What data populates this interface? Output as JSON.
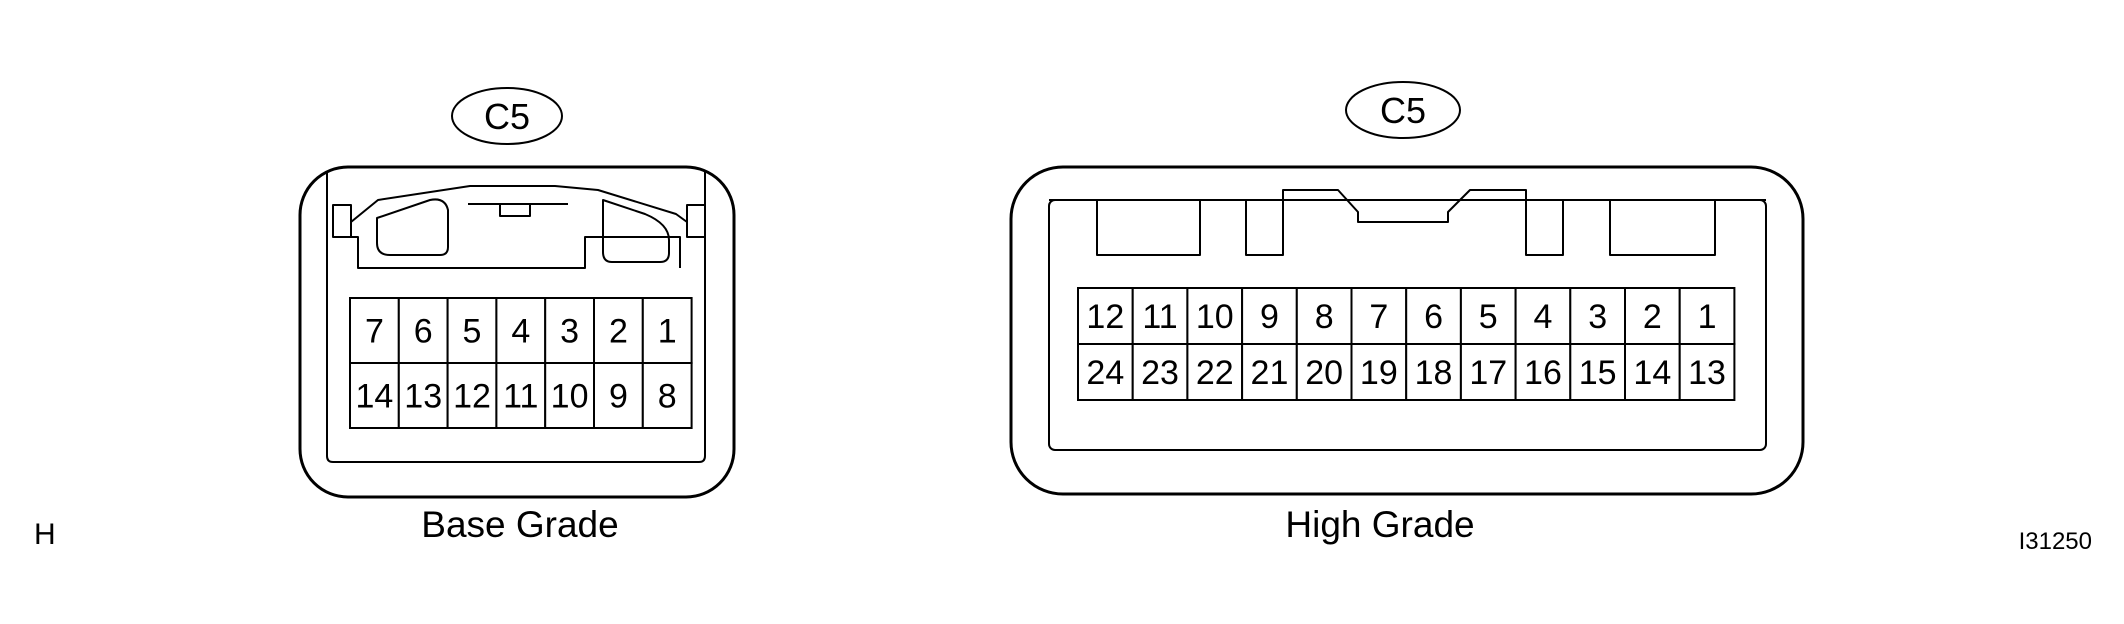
{
  "corner_left": "H",
  "corner_right": "I31250",
  "connectors": [
    {
      "id": "base",
      "tag": "C5",
      "caption": "Base Grade",
      "rows": [
        [
          "7",
          "6",
          "5",
          "4",
          "3",
          "2",
          "1"
        ],
        [
          "14",
          "13",
          "12",
          "11",
          "10",
          "9",
          "8"
        ]
      ]
    },
    {
      "id": "high",
      "tag": "C5",
      "caption": "High Grade",
      "rows": [
        [
          "12",
          "11",
          "10",
          "9",
          "8",
          "7",
          "6",
          "5",
          "4",
          "3",
          "2",
          "1"
        ],
        [
          "24",
          "23",
          "22",
          "21",
          "20",
          "19",
          "18",
          "17",
          "16",
          "15",
          "14",
          "13"
        ]
      ]
    }
  ]
}
